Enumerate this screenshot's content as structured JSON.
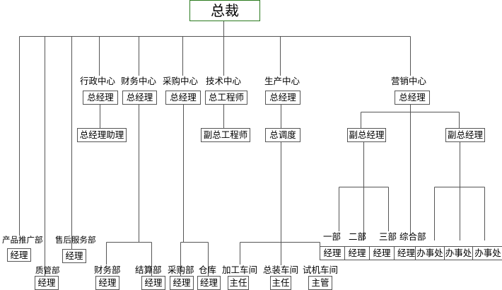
{
  "ceo": "总裁",
  "centers": {
    "admin": {
      "name": "行政中心",
      "head": "总经理",
      "assistant": "总经理助理"
    },
    "finance": {
      "name": "财务中心",
      "head": "总经理",
      "depts": [
        {
          "name": "财务部",
          "head": "经理"
        },
        {
          "name": "结算部",
          "head": "经理"
        }
      ]
    },
    "purchase": {
      "name": "采购中心",
      "head": "总经理",
      "depts": [
        {
          "name": "采购部",
          "head": "经理"
        },
        {
          "name": "仓库",
          "head": "经理"
        }
      ]
    },
    "tech": {
      "name": "技术中心",
      "head": "总工程师",
      "deputy": "副总工程师"
    },
    "production": {
      "name": "生产中心",
      "head": "总经理",
      "dispatcher": "总调度",
      "workshops": [
        {
          "name": "加工车间",
          "head": "主任"
        },
        {
          "name": "总装车间",
          "head": "主任"
        },
        {
          "name": "试机车间",
          "head": "主管"
        }
      ]
    },
    "sales": {
      "name": "营销中心",
      "head": "总经理",
      "deputies": [
        "副总经理",
        "副总经理"
      ],
      "depts": [
        {
          "name": "一部",
          "head": "经理"
        },
        {
          "name": "二部",
          "head": "经理"
        },
        {
          "name": "三部",
          "head": "经理"
        },
        {
          "name": "综合部",
          "head": "经理"
        }
      ],
      "offices": [
        "办事处",
        "办事处",
        "办事处"
      ]
    }
  },
  "direct": [
    {
      "name": "产品推广部",
      "head": "经理"
    },
    {
      "name": "质管部",
      "head": "经理"
    },
    {
      "name": "售后服务部",
      "head": "经理"
    }
  ],
  "colors": {
    "ceo_border": "#2a7a1e",
    "line": "#555555"
  }
}
